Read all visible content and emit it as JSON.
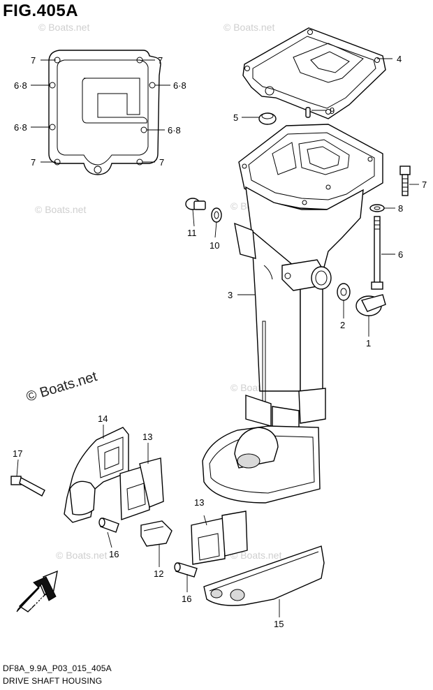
{
  "header": {
    "figure_title": "FIG.405A"
  },
  "footer": {
    "code": "DF8A_9.9A_P03_015_405A",
    "caption": "DRIVE SHAFT HOUSING"
  },
  "watermark": {
    "small_text": "© Boats.net",
    "large_text": "© Boats.net"
  },
  "direction_marker": {
    "label": "FWD"
  },
  "callouts": {
    "c1": "1",
    "c2": "2",
    "c3": "3",
    "c4": "4",
    "c5": "5",
    "c6": "6",
    "c7a": "7",
    "c7b": "7",
    "c7c": "7",
    "c7d": "7",
    "c7e": "7",
    "c8": "8",
    "c9": "9",
    "c10": "10",
    "c11": "11",
    "c12": "12",
    "c13a": "13",
    "c13b": "13",
    "c14": "14",
    "c15": "15",
    "c16a": "16",
    "c16b": "16",
    "c17": "17",
    "c68a": "6·8",
    "c68b": "6·8",
    "c68c": "6·8",
    "c68d": "6·8"
  },
  "colors": {
    "line": "#000000",
    "background": "#ffffff",
    "watermark": "#cfcfcf"
  }
}
